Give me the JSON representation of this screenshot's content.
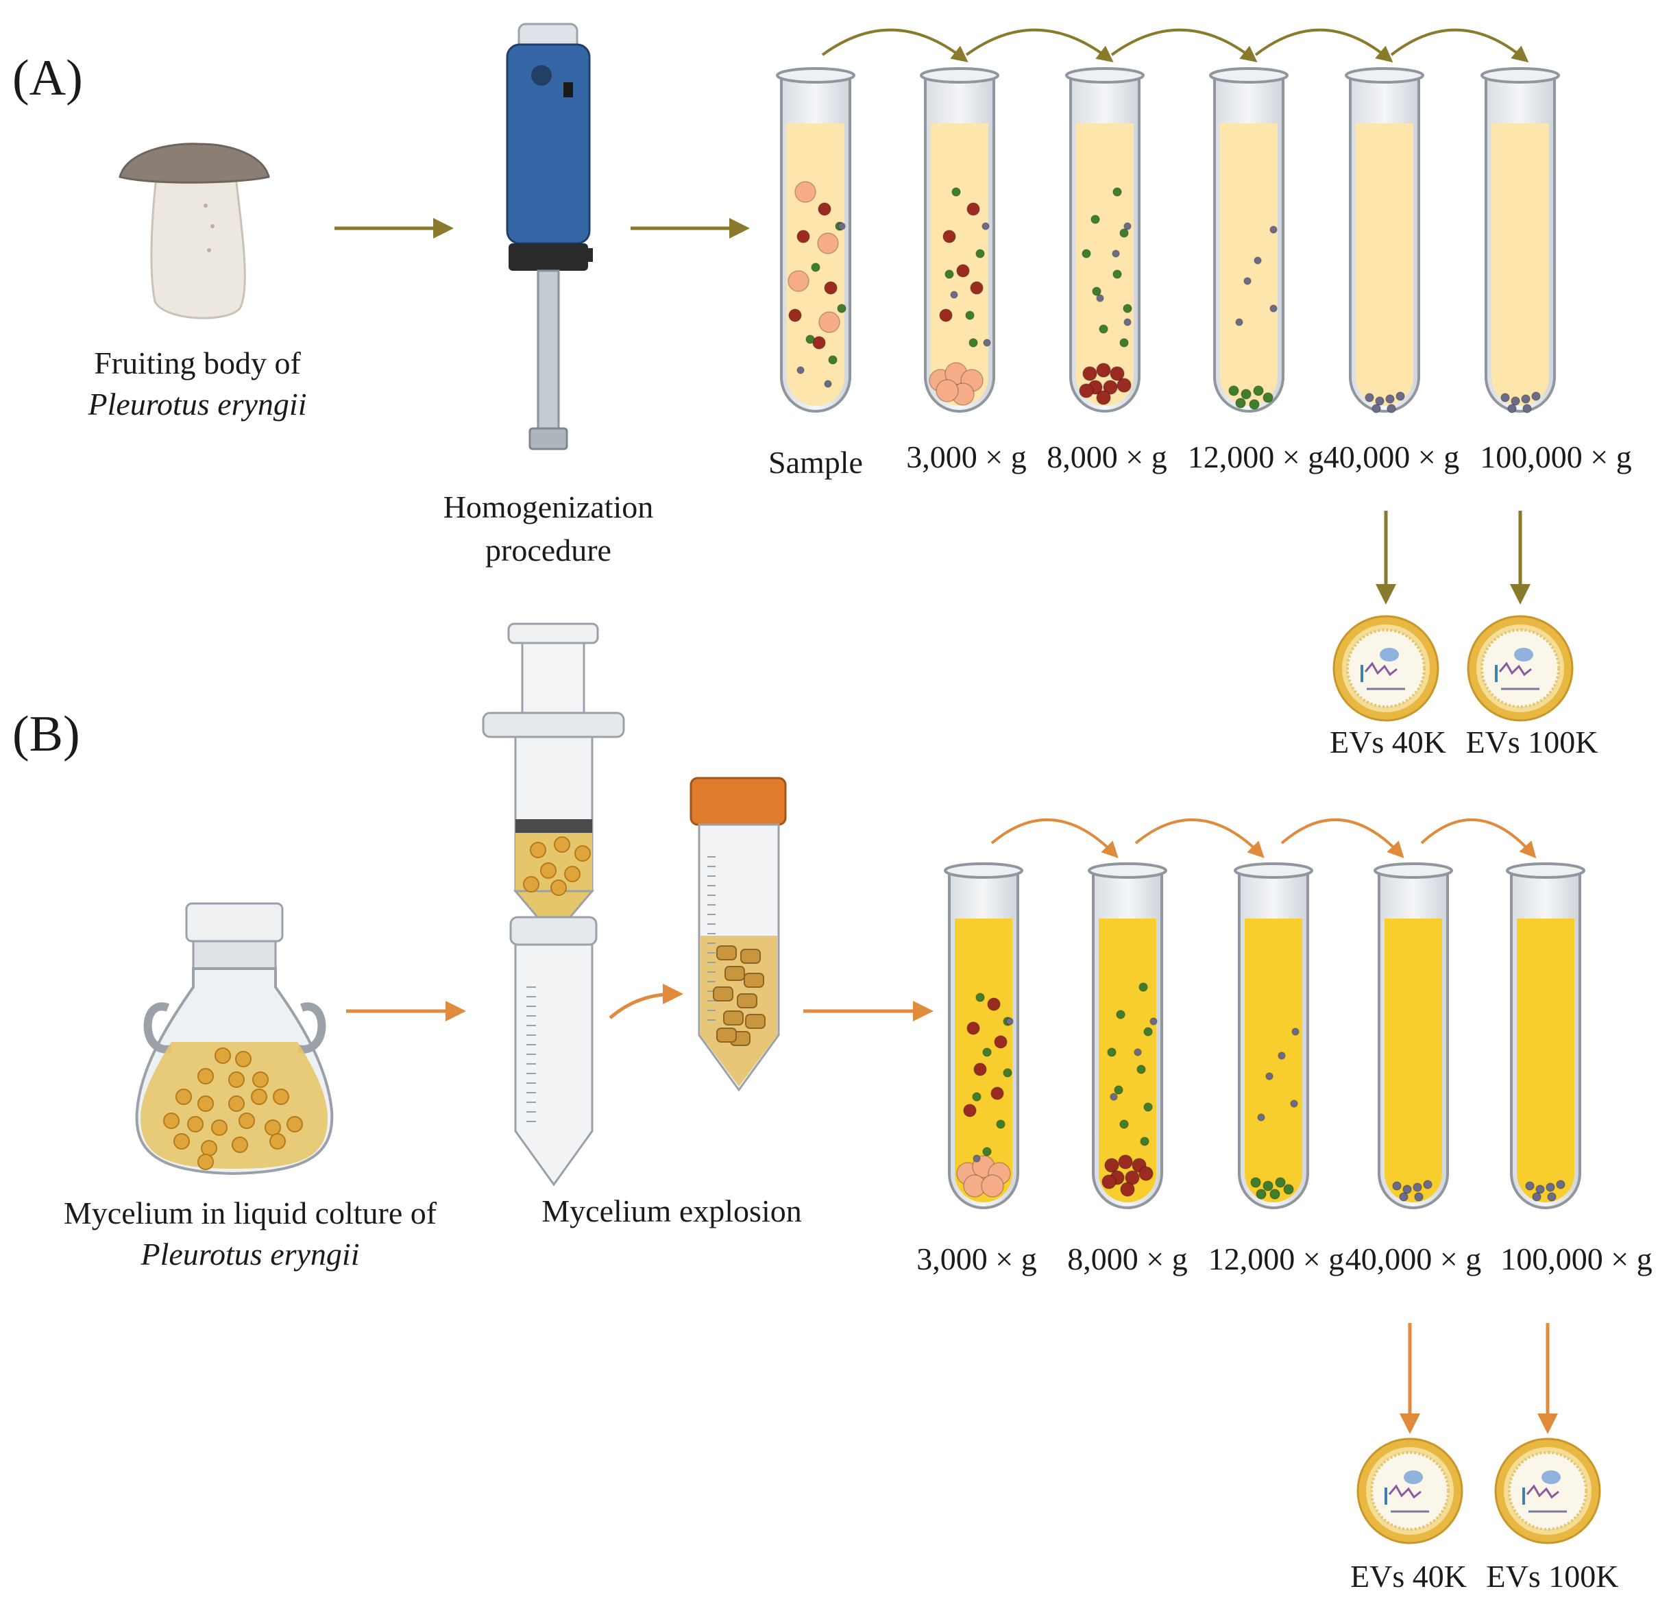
{
  "panel_a": {
    "label": "(A)",
    "source_label_line1": "Fruiting body of",
    "source_label_line2": "Pleurotus eryngii",
    "homogenizer_label_line1": "Homogenization",
    "homogenizer_label_line2": "procedure",
    "tubes": [
      "Sample",
      "3,000 × g",
      "8,000 × g",
      "12,000 × g",
      "40,000 × g",
      "100,000 × g"
    ],
    "ev_labels": [
      "EVs 40K",
      "EVs 100K"
    ],
    "arrow_color": "#8a7a2c",
    "liquid_color": "#fde5ac"
  },
  "panel_b": {
    "label": "(B)",
    "source_label_line1": "Mycelium in liquid colture of",
    "source_label_line2": "Pleurotus eryngii",
    "explosion_label": "Mycelium explosion",
    "tubes": [
      "3,000 × g",
      "8,000 × g",
      "12,000 × g",
      "40,000 × g",
      "100,000 × g"
    ],
    "ev_labels": [
      "EVs 40K",
      "EVs 100K"
    ],
    "arrow_color": "#e08a3c",
    "liquid_color": "#f7ce2d"
  },
  "palette": {
    "pellet_large": "#f6ad87",
    "pellet_red": "#9b2b20",
    "pellet_green": "#3f7f2b",
    "pellet_grey": "#6b6b8a",
    "vesicle_shell": "#e9b843",
    "homogenizer_blue": "#3567a6"
  },
  "icons": {
    "mushroom": "mushroom-icon",
    "homogenizer": "homogenizer-icon",
    "flask": "culture-flask-icon",
    "syringe": "syringe-icon",
    "falcon": "falcon-tube-icon",
    "vesicle": "extracellular-vesicle-icon"
  }
}
